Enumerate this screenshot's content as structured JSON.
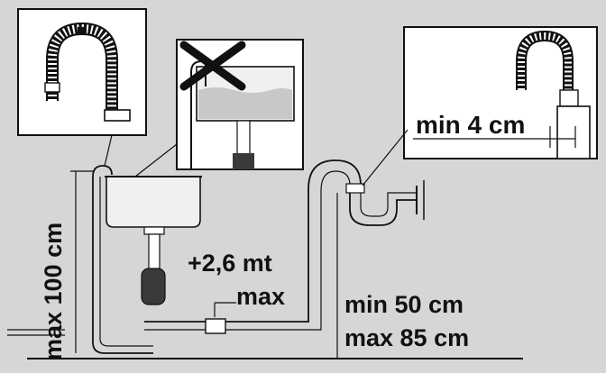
{
  "labels": {
    "min_hose_gap": "min 4 cm",
    "extension": "+2,6 mt",
    "extension_max": "max",
    "min_height": "min 50 cm",
    "max_height": "max 85 cm",
    "max_sink_height": "max 100 cm"
  },
  "colors": {
    "background": "#d6d6d6",
    "panel": "#ffffff",
    "line": "#111111",
    "tank": "#f0f0f0",
    "water": "#c8c8c8"
  },
  "icons": {
    "forbidden": "cross-mark-icon",
    "hose_guide": "u-hose-guide-icon"
  }
}
